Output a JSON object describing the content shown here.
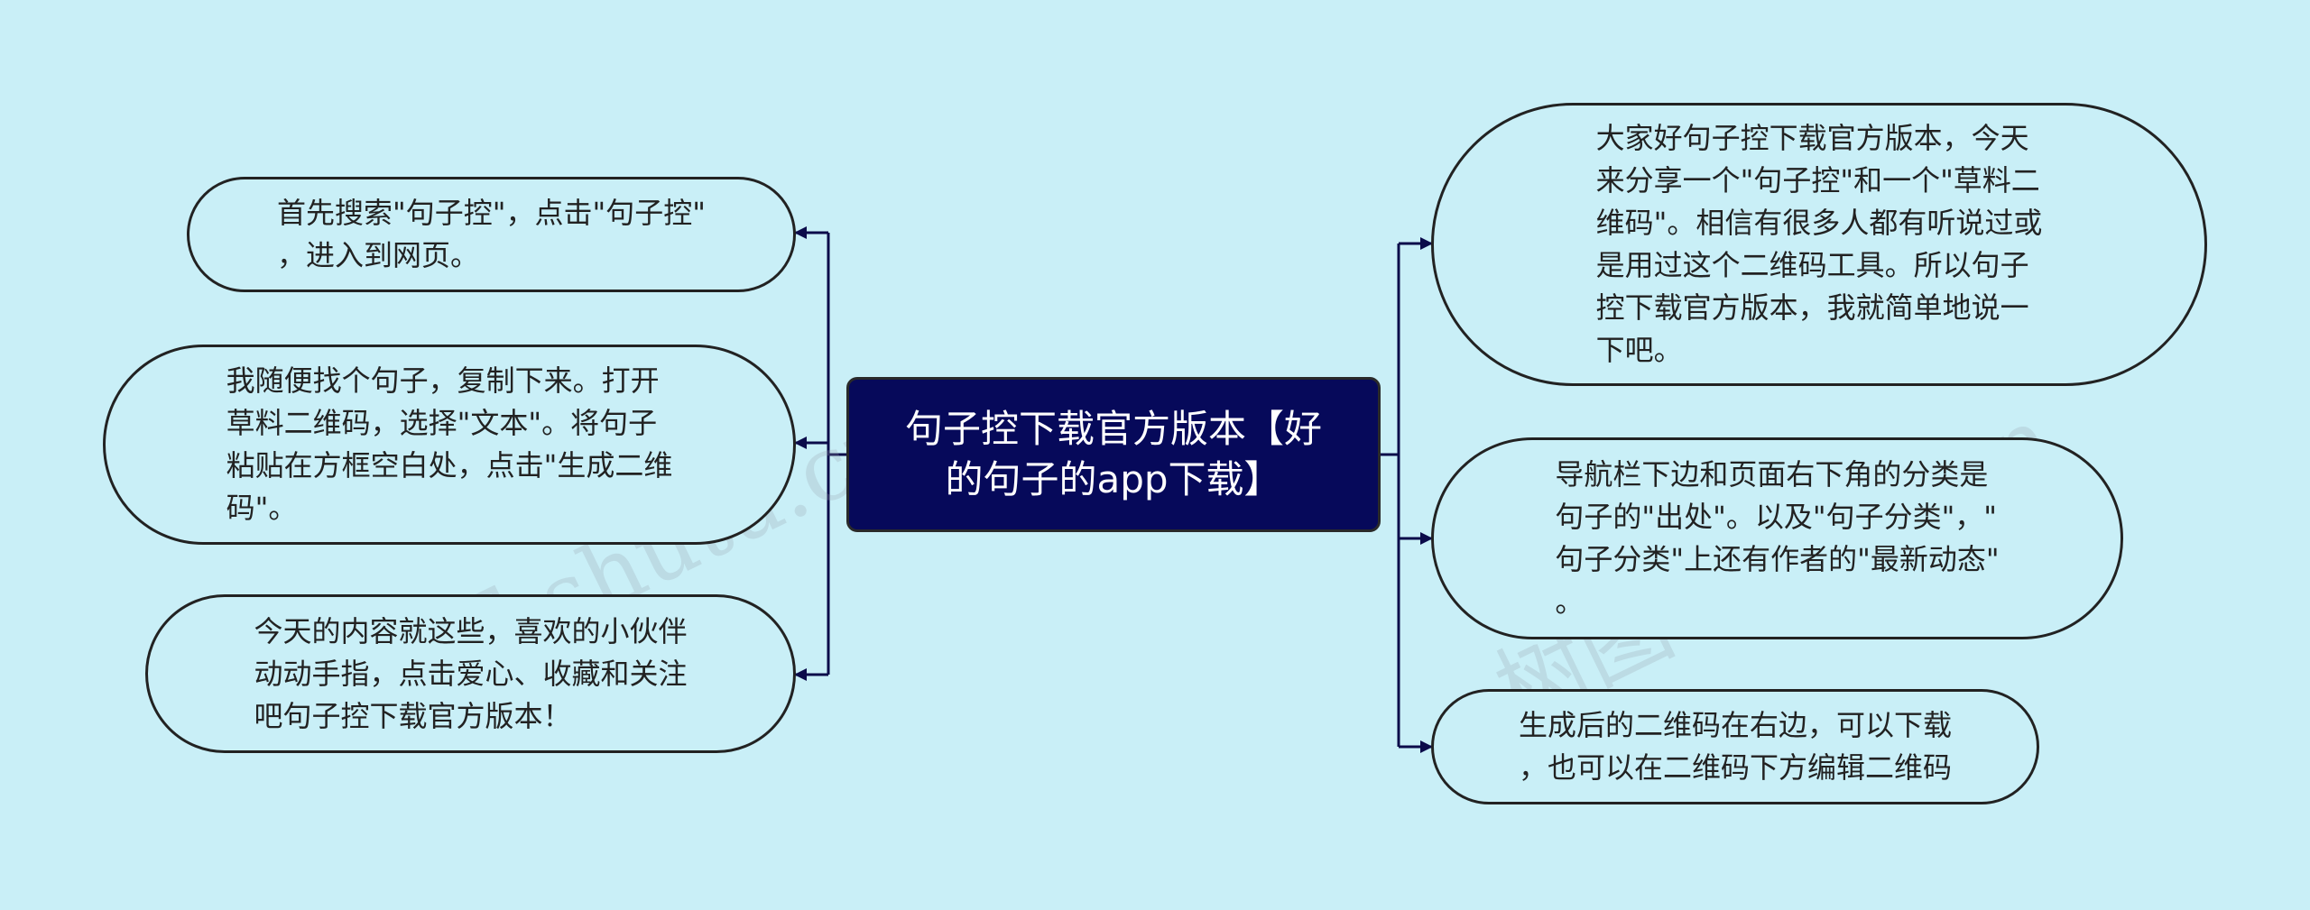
{
  "colors": {
    "background": "#c9eff7",
    "central_fill": "#06095a",
    "connector": "#0b0b4a",
    "node_border": "#222222",
    "watermark": "rgba(150,160,170,0.25)"
  },
  "central": {
    "title": "句子控下载官方版本【好\n的句子的app下载】"
  },
  "left_nodes": [
    {
      "text": "首先搜索\"句子控\"，点击\"句子控\"\n，进入到网页。"
    },
    {
      "text": "我随便找个句子，复制下来。打开\n草料二维码，选择\"文本\"。将句子\n粘贴在方框空白处，点击\"生成二维\n码\"。"
    },
    {
      "text": "今天的内容就这些，喜欢的小伙伴\n动动手指，点击爱心、收藏和关注\n吧句子控下载官方版本！"
    }
  ],
  "right_nodes": [
    {
      "text": "大家好句子控下载官方版本，今天\n来分享一个\"句子控\"和一个\"草料二\n维码\"。相信有很多人都有听说过或\n是用过这个二维码工具。所以句子\n控下载官方版本，我就简单地说一\n下吧。"
    },
    {
      "text": "导航栏下边和页面右下角的分类是\n句子的\"出处\"。以及\"句子分类\"，\"\n句子分类\"上还有作者的\"最新动态\"\n。"
    },
    {
      "text": "生成后的二维码在右边，可以下载\n，也可以在二维码下方编辑二维码"
    }
  ],
  "watermarks": [
    "树图 shutu.cn",
    "树图 shutu.cn"
  ]
}
